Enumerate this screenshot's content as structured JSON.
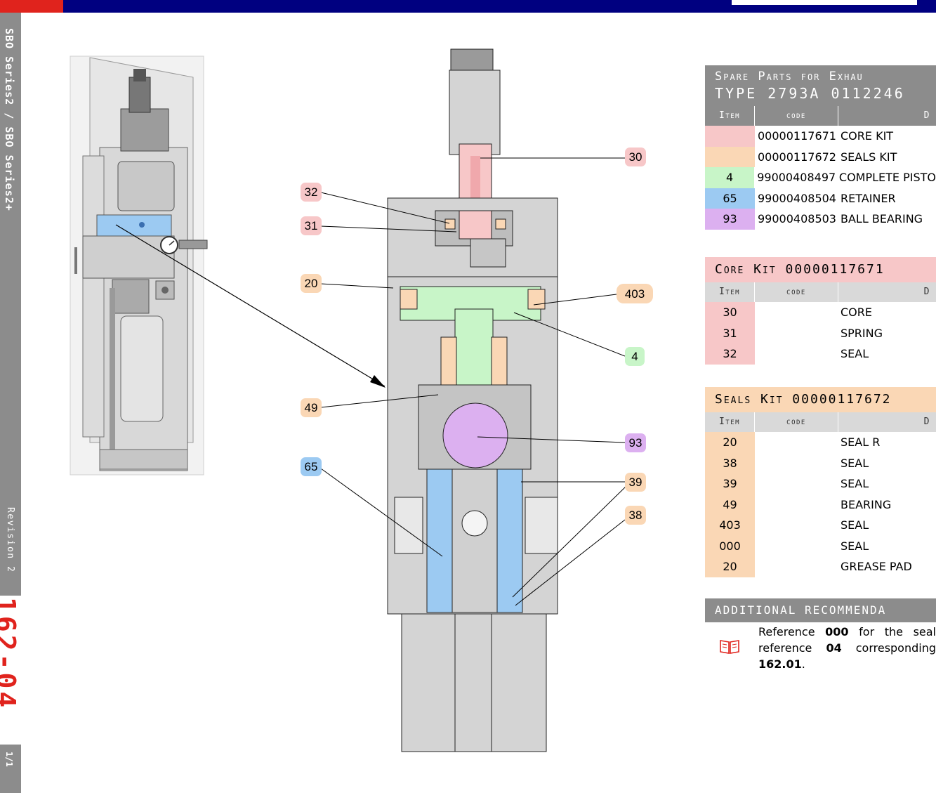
{
  "sidebar": {
    "series": "SBO Series2 / SBO Series2+",
    "revision": "Revision 2",
    "page_number": "162-04",
    "page_fraction": "1/1"
  },
  "callouts": [
    {
      "label": "30",
      "color": "#f7c7c8"
    },
    {
      "label": "32",
      "color": "#f7c7c8"
    },
    {
      "label": "31",
      "color": "#f7c7c8"
    },
    {
      "label": "20",
      "color": "#fad7b5"
    },
    {
      "label": "403",
      "color": "#fad7b5"
    },
    {
      "label": "4",
      "color": "#c8f5c8"
    },
    {
      "label": "49",
      "color": "#fad7b5"
    },
    {
      "label": "93",
      "color": "#dcb0f0"
    },
    {
      "label": "65",
      "color": "#9ccaf2"
    },
    {
      "label": "39",
      "color": "#fad7b5"
    },
    {
      "label": "38",
      "color": "#fad7b5"
    }
  ],
  "spare_parts": {
    "title_line1": "Spare Parts for Exhau",
    "title_line2": "TYPE 2793A 0112246",
    "col_item": "Item",
    "col_code": "code",
    "col_desc": "D",
    "rows": [
      {
        "item": "",
        "code": "00000117671",
        "desc": "CORE KIT",
        "color": "#f7c7c8"
      },
      {
        "item": "",
        "code": "00000117672",
        "desc": "SEALS KIT",
        "color": "#fad7b5"
      },
      {
        "item": "4",
        "code": "99000408497",
        "desc": "COMPLETE PISTO",
        "color": "#c8f5c8"
      },
      {
        "item": "65",
        "code": "99000408504",
        "desc": "RETAINER",
        "color": "#9ccaf2"
      },
      {
        "item": "93",
        "code": "99000408503",
        "desc": "BALL BEARING",
        "color": "#dcb0f0"
      }
    ]
  },
  "core_kit": {
    "title": "Core Kit 00000117671",
    "col_item": "Item",
    "col_code": "code",
    "col_desc": "D",
    "color": "#f7c7c8",
    "rows": [
      {
        "item": "30",
        "code": "",
        "desc": "CORE"
      },
      {
        "item": "31",
        "code": "",
        "desc": "SPRING"
      },
      {
        "item": "32",
        "code": "",
        "desc": "SEAL"
      }
    ]
  },
  "seals_kit": {
    "title": "Seals Kit 00000117672",
    "col_item": "Item",
    "col_code": "code",
    "col_desc": "D",
    "color": "#fad7b5",
    "rows": [
      {
        "item": "20",
        "code": "",
        "desc": "SEAL R"
      },
      {
        "item": "38",
        "code": "",
        "desc": "SEAL"
      },
      {
        "item": "39",
        "code": "",
        "desc": "SEAL"
      },
      {
        "item": "49",
        "code": "",
        "desc": "BEARING"
      },
      {
        "item": "403",
        "code": "",
        "desc": "SEAL"
      },
      {
        "item": "000",
        "code": "",
        "desc": "SEAL"
      },
      {
        "item": "20",
        "code": "",
        "desc": "GREASE PAD"
      }
    ]
  },
  "additional": {
    "title": "ADDITIONAL RECOMMENDA",
    "t1": "Reference ",
    "b1": "000",
    "t2": " for the seal reference ",
    "b2": "04",
    "t3": " corresponding ",
    "b3": "162.01",
    "t4": "."
  }
}
